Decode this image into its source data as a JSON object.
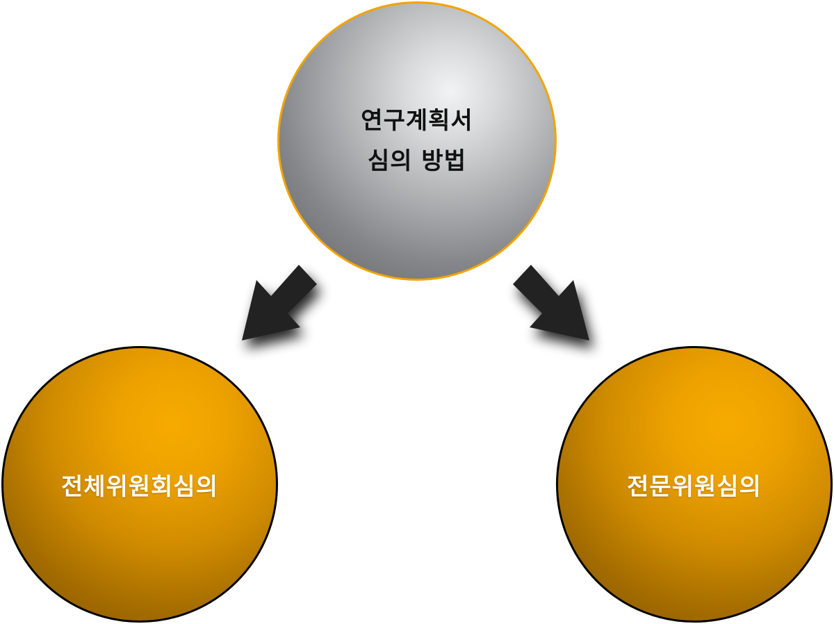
{
  "diagram": {
    "top_node": {
      "lines": [
        "연구계획서",
        "심의 방법"
      ],
      "fill": "#a9aaac",
      "border": "#f1a400"
    },
    "left_node": {
      "label": "전체위원회심의",
      "fill": "#d89000",
      "border": "#000000"
    },
    "right_node": {
      "label": "전문위원심의",
      "fill": "#d89000",
      "border": "#000000"
    },
    "arrows": [
      {
        "from": "top_node",
        "to": "left_node",
        "icon": "arrow-down-left-icon",
        "color": "#222222"
      },
      {
        "from": "top_node",
        "to": "right_node",
        "icon": "arrow-down-right-icon",
        "color": "#222222"
      }
    ]
  }
}
